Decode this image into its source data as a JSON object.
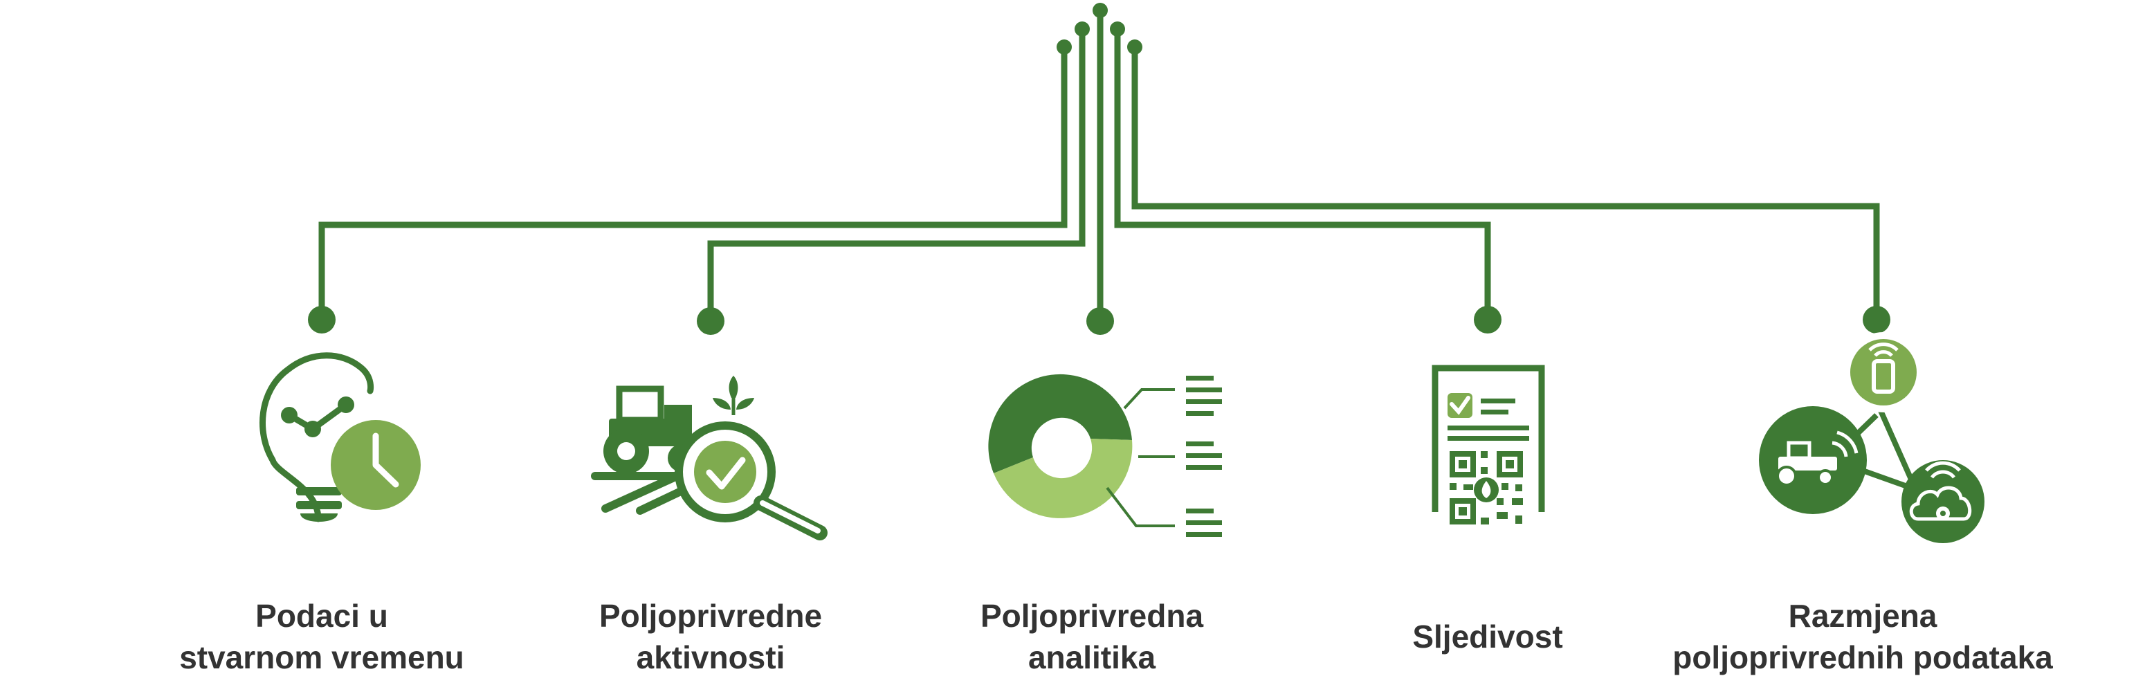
{
  "colors": {
    "dark_green": "#3e7a34",
    "mid_green": "#7fab4f",
    "light_green": "#a2c96a",
    "text": "#333333"
  },
  "items": [
    {
      "id": "real-time-data",
      "lines": [
        "Podaci u",
        "stvarnom vremenu"
      ],
      "icon": "lightbulb-clock-icon"
    },
    {
      "id": "agricultural-activities",
      "lines": [
        "Poljoprivredne",
        "aktivnosti"
      ],
      "icon": "tractor-magnifier-icon"
    },
    {
      "id": "agricultural-analytics",
      "lines": [
        "Poljoprivredna",
        "analitika"
      ],
      "icon": "donut-chart-icon"
    },
    {
      "id": "traceability",
      "lines": [
        "Sljedivost"
      ],
      "icon": "qr-document-icon"
    },
    {
      "id": "data-exchange",
      "lines": [
        "Razmjena",
        "poljoprivrednih podataka"
      ],
      "icon": "network-exchange-icon"
    }
  ]
}
